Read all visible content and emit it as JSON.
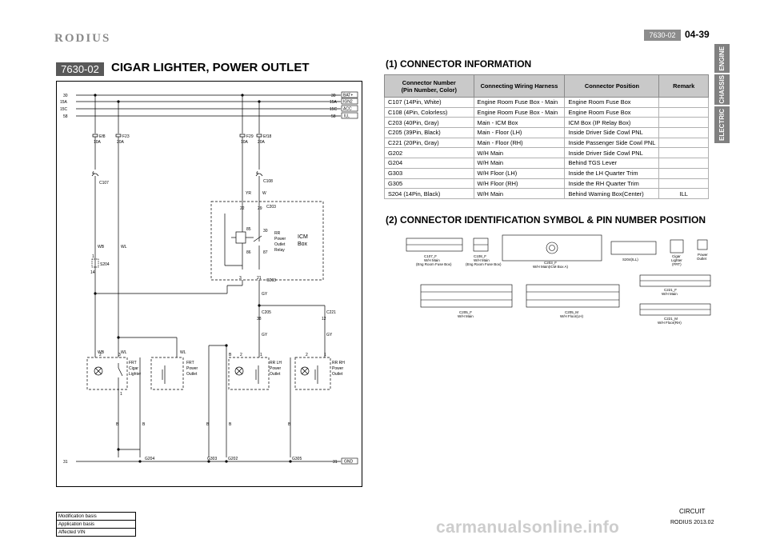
{
  "header": {
    "logo": "RODIUS",
    "section_code": "7630-02",
    "page_number": "04-39"
  },
  "sidebar": {
    "tabs": [
      "ENGINE",
      "CHASSIS",
      "ELECTRIC"
    ]
  },
  "title": {
    "code": "7630-02",
    "text": "CIGAR LIGHTER, POWER OUTLET"
  },
  "diagram": {
    "bus_left": [
      "30",
      "15A",
      "15C",
      "58"
    ],
    "bus_right": [
      "30",
      "15A",
      "15C",
      "58"
    ],
    "bus_tags": [
      "BAT+",
      "IGN2",
      "ACC",
      "ILL"
    ],
    "fuses": [
      {
        "name": "Ef8",
        "rating": "10A"
      },
      {
        "name": "F23",
        "rating": "20A"
      },
      {
        "name": "F29",
        "rating": "10A"
      },
      {
        "name": "Ef18",
        "rating": "20A"
      }
    ],
    "connectors": {
      "c107": "C107",
      "c108": "C108",
      "c203a": "C203",
      "c203b": "C203",
      "s204": "S204",
      "c205": "C205",
      "c221": "C221",
      "g204": "G204",
      "g303": "G303",
      "g202": "G202",
      "g305": "G305"
    },
    "pins": {
      "p4a": "4",
      "p4b": "4",
      "p22": "22",
      "p29": "29",
      "p30": "30",
      "p85": "85",
      "p86": "86",
      "p87": "87",
      "p3": "3",
      "p21": "21",
      "p1": "1",
      "p14": "14",
      "p38": "38",
      "p12": "12",
      "lh2": "2",
      "lh3": "3",
      "lh1": "1",
      "rlh2": "2",
      "rlh1": "1",
      "rrh2": "2",
      "rrh1": "1"
    },
    "wires": {
      "yr": "YR",
      "w": "W",
      "wb1": "WB",
      "wl1": "WL",
      "wb2": "WB",
      "wl2": "WL",
      "wl3": "WL",
      "gy1": "GY",
      "gy2": "GY",
      "gy3": "GY",
      "b1": "B",
      "b2": "B",
      "b3": "B",
      "b4": "B",
      "b5": "B",
      "b6": "B"
    },
    "relay_label": [
      "RR",
      "Power",
      "Outlet",
      "Relay"
    ],
    "icm_label": [
      "ICM",
      "Box"
    ],
    "components": {
      "frt_cigar": [
        "FRT",
        "Cigar",
        "Lighter"
      ],
      "frt_power": [
        "FRT",
        "Power",
        "Outlet"
      ],
      "rr_lh": [
        "RR LH",
        "Power",
        "Outlet"
      ],
      "rr_rh": [
        "RR RH",
        "Power",
        "Outlet"
      ]
    },
    "ground_left": "31",
    "ground_right": "31",
    "ground_tag": "GND"
  },
  "connector_info": {
    "heading": "(1) CONNECTOR INFORMATION",
    "headers": [
      "Connector Number\n(Pin Number, Color)",
      "Connecting Wiring Harness",
      "Connector Position",
      "Remark"
    ],
    "rows": [
      [
        "C107 (14Pin, White)",
        "Engine Room Fuse Box - Main",
        "Engine Room Fuse Box",
        ""
      ],
      [
        "C108 (4Pin, Colorless)",
        "Engine Room Fuse Box - Main",
        "Engine Room Fuse Box",
        ""
      ],
      [
        "C203 (40Pin, Gray)",
        "Main - ICM Box",
        "ICM Box (IP Relay Box)",
        ""
      ],
      [
        "C205 (39Pin, Black)",
        "Main - Floor (LH)",
        "Inside Driver Side Cowl PNL",
        ""
      ],
      [
        "C221 (20Pin, Gray)",
        "Main - Floor (RH)",
        "Inside Passenger Side Cowl PNL",
        ""
      ],
      [
        "G202",
        "W/H Main",
        "Inside Driver Side Cowl PNL",
        ""
      ],
      [
        "G204",
        "W/H Main",
        "Behind TGS Lever",
        ""
      ],
      [
        "G303",
        "W/H Floor (LH)",
        "Inside the LH Quarter Trim",
        ""
      ],
      [
        "G305",
        "W/H Floor (RH)",
        "Inside the RH Quarter Trim",
        ""
      ],
      [
        "S204 (14Pin, Black)",
        "W/H Main",
        "Behind Warning Box(Center)",
        "ILL"
      ]
    ]
  },
  "connector_ident": {
    "heading": "(2) CONNECTOR IDENTIFICATION SYMBOL & PIN NUMBER POSITION",
    "labels": {
      "c107": [
        "C107_F",
        "W/H Main",
        "(Eng Room Fuse Box)"
      ],
      "c108": [
        "C108_F",
        "W/H Main",
        "(Eng Room Fuse Box)"
      ],
      "c203": [
        "C203_F",
        "W/H Main(ICM Box A)"
      ],
      "s204": [
        "S204(ILL)"
      ],
      "cigar": [
        "Cigar",
        "Lighter",
        "(FRT)"
      ],
      "power": [
        "Power",
        "Outlet"
      ],
      "c221f": [
        "C221_F",
        "W/H Main"
      ],
      "c205f": [
        "C205_F",
        "W/H Main"
      ],
      "c205m": [
        "C205_M",
        "W/H Floor(LH)"
      ],
      "c221m": [
        "C221_M",
        "W/H Floor(RH)"
      ]
    }
  },
  "footer": {
    "rows": [
      "Modification basis",
      "Application basis",
      "Affected VIN"
    ],
    "circuit": "CIRCUIT",
    "model": "RODIUS 2013.02",
    "watermark": "carmanualsonline.info"
  }
}
